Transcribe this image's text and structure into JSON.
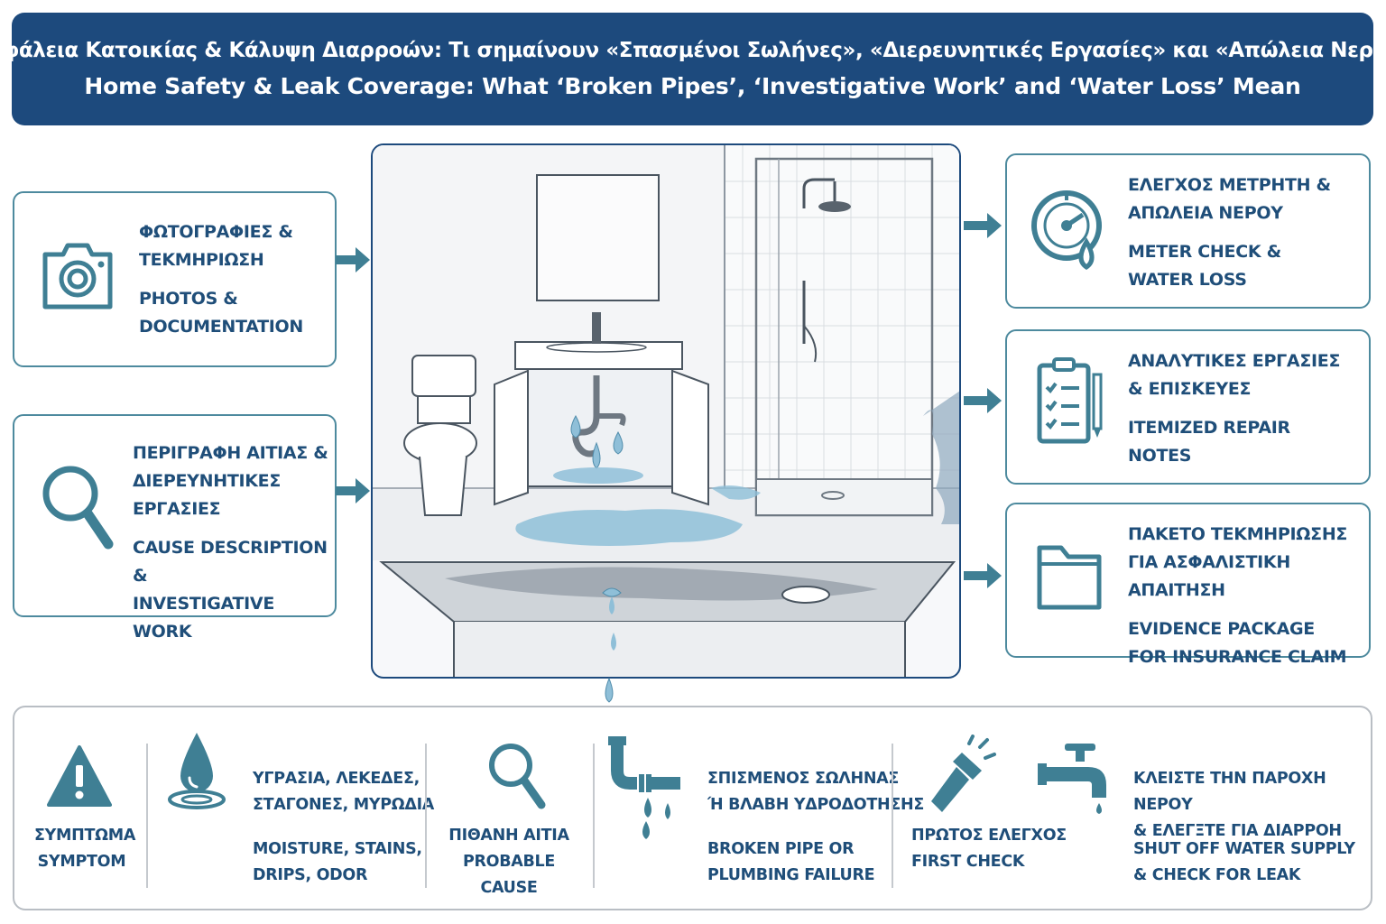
{
  "header": {
    "title_el": "Ασφάλεια Κατοικίας & Κάλυψη Διαρροών: Τι σημαίνουν «Σπασμένοι Σωλήνες», «Διερευνητικές Εργασίες» και «Απώλεια Νερού»",
    "title_en": "Home Safety & Leak Coverage: What ‘Broken Pipes’, ‘Investigative Work’ and ‘Water Loss’ Mean"
  },
  "left_cards": [
    {
      "icon": "camera-icon",
      "label_el": "ΦΩΤΟΓΡΑΦΙΕΣ &\nΤΕΚΜΗΡΙΩΣΗ",
      "label_en": "PHOTOS &\nDOCUMENTATION"
    },
    {
      "icon": "magnifier-icon",
      "label_el": "ΠΕΡΙΓΡΑΦΗ ΑΙΤΙΑΣ &\nΔΙΕΡΕΥΝΗΤΙΚΕΣ\nΕΡΓΑΣΙΕΣ",
      "label_en": "CAUSE DESCRIPTION &\nINVESTIGATIVE WORK"
    }
  ],
  "right_cards": [
    {
      "icon": "meter-gauge-icon",
      "label_el": "ΕΛΕΓΧΟΣ ΜΕΤΡΗΤΗ &\nΑΠΩΛΕΙΑ ΝΕΡΟΥ",
      "label_en": "METER CHECK &\nWATER LOSS"
    },
    {
      "icon": "clipboard-checklist-icon",
      "label_el": "ΑΝΑΛΥΤΙΚΕΣ ΕΡΓΑΣΙΕΣ\n& ΕΠΙΣΚΕΥΕΣ",
      "label_en": "ITEMIZED REPAIR\nNOTES"
    },
    {
      "icon": "folder-icon",
      "label_el": "ΠΑΚΕΤΟ ΤΕΚΜΗΡΙΩΣΗΣ\nΓΙΑ ΑΣΦΑΛΙΣΤΙΚΗ ΑΠΑΙΤΗΣΗ",
      "label_en": "EVIDENCE PACKAGE\nFOR INSURANCE CLAIM"
    }
  ],
  "scene": {
    "illustration": "bathroom-leak-illustration"
  },
  "bottom": {
    "symptom": {
      "icon": "warning-icon",
      "label": "ΣΥΜΠΤΩΜΑ\nSYMPTOM"
    },
    "moisture": {
      "icon": "water-drop-icon",
      "label_el": "ΥΓΡΑΣΙΑ, ΛΕΚΕΔΕΣ,\nΣΤΑΓΟΝΕΣ, ΜΥΡΩΔΙΑ",
      "label_en": "MOISTURE, STAINS,\nDRIPS, ODOR"
    },
    "cause": {
      "icon": "magnifier-icon",
      "label": "ΠΙΘΑΝΗ ΑΙΤΙΑ\nPROBABLE CAUSE"
    },
    "pipe": {
      "icon": "broken-pipe-icon",
      "label_el": "ΣΠΙΣΜΕΝΟΣ ΣΩΛΗΝΑΣ\nΉ ΒΛΑΒΗ ΥΔΡΟΔΟΤΗΣΗΣ",
      "label_en": "BROKEN PIPE OR\nPLUMBING FAILURE"
    },
    "first_check": {
      "icon": "flashlight-icon",
      "label": "ΠΡΩΤΟΣ ΕΛΕΓΧΟΣ\nFIRST CHECK"
    },
    "shutoff": {
      "icon": "faucet-icon",
      "label_el": "ΚΛΕΙΣΤΕ ΤΗΝ ΠΑΡΟΧΗ ΝΕΡΟΥ\n& ΕΛΕΓΞΤΕ ΓΙΑ ΔΙΑΡΡΟΗ",
      "label_en": "SHUT OFF WATER SUPPLY\n& CHECK FOR LEAK"
    }
  },
  "colors": {
    "navy": "#1d4a7d",
    "teal": "#3f7f94",
    "water": "#8fbfd8",
    "card_border": "#4d8a9e"
  }
}
